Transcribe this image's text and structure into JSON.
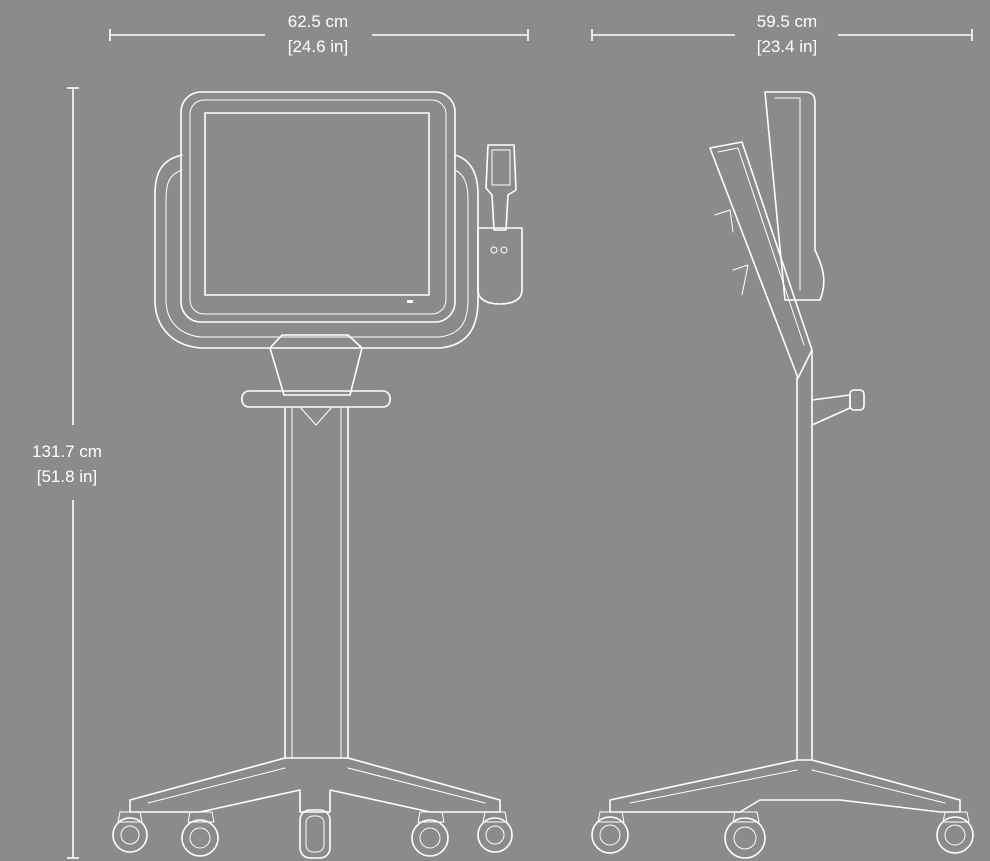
{
  "dimensions": {
    "width": {
      "metric": "62.5 cm",
      "imperial": "[24.6 in]"
    },
    "depth": {
      "metric": "59.5 cm",
      "imperial": "[23.4 in]"
    },
    "height": {
      "metric": "131.7 cm",
      "imperial": "[51.8 in]"
    }
  },
  "colors": {
    "background": "#8b8b8d",
    "line": "#ffffff"
  }
}
